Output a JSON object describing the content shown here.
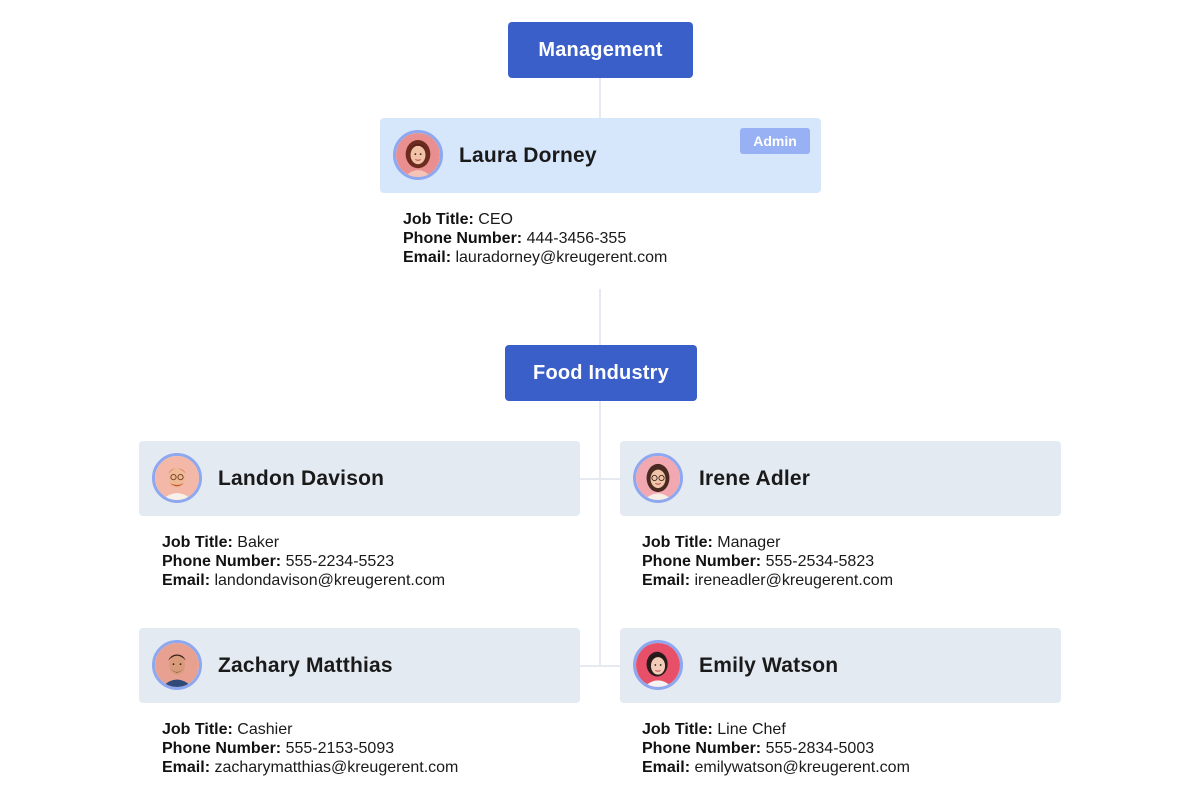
{
  "departments": {
    "management": "Management",
    "food_industry": "Food Industry"
  },
  "field_labels": {
    "job_title": "Job Title:",
    "phone": "Phone Number:",
    "email": "Email:"
  },
  "ceo": {
    "name": "Laura Dorney",
    "badge": "Admin",
    "job_title": "CEO",
    "phone": "444-3456-355",
    "email": "lauradorney@kreugerent.com",
    "avatar_icon": "woman-portrait"
  },
  "staff": [
    {
      "name": "Landon Davison",
      "job_title": "Baker",
      "phone": "555-2234-5523",
      "email": "landondavison@kreugerent.com",
      "avatar_icon": "man-glasses-portrait"
    },
    {
      "name": "Irene Adler",
      "job_title": "Manager",
      "phone": "555-2534-5823",
      "email": "ireneadler@kreugerent.com",
      "avatar_icon": "woman-glasses-portrait"
    },
    {
      "name": "Zachary Matthias",
      "job_title": "Cashier",
      "phone": "555-2153-5093",
      "email": "zacharymatthias@kreugerent.com",
      "avatar_icon": "man-beard-portrait"
    },
    {
      "name": "Emily Watson",
      "job_title": "Line Chef",
      "phone": "555-2834-5003",
      "email": "emilywatson@kreugerent.com",
      "avatar_icon": "woman-portrait"
    }
  ],
  "colors": {
    "department_box": "#3a5fc8",
    "ceo_card": "#d6e6fb",
    "staff_card": "#e4eaf2",
    "badge": "#97b1f4",
    "avatar_ring": "#8ea8f0",
    "connector": "#e6e9ef"
  }
}
